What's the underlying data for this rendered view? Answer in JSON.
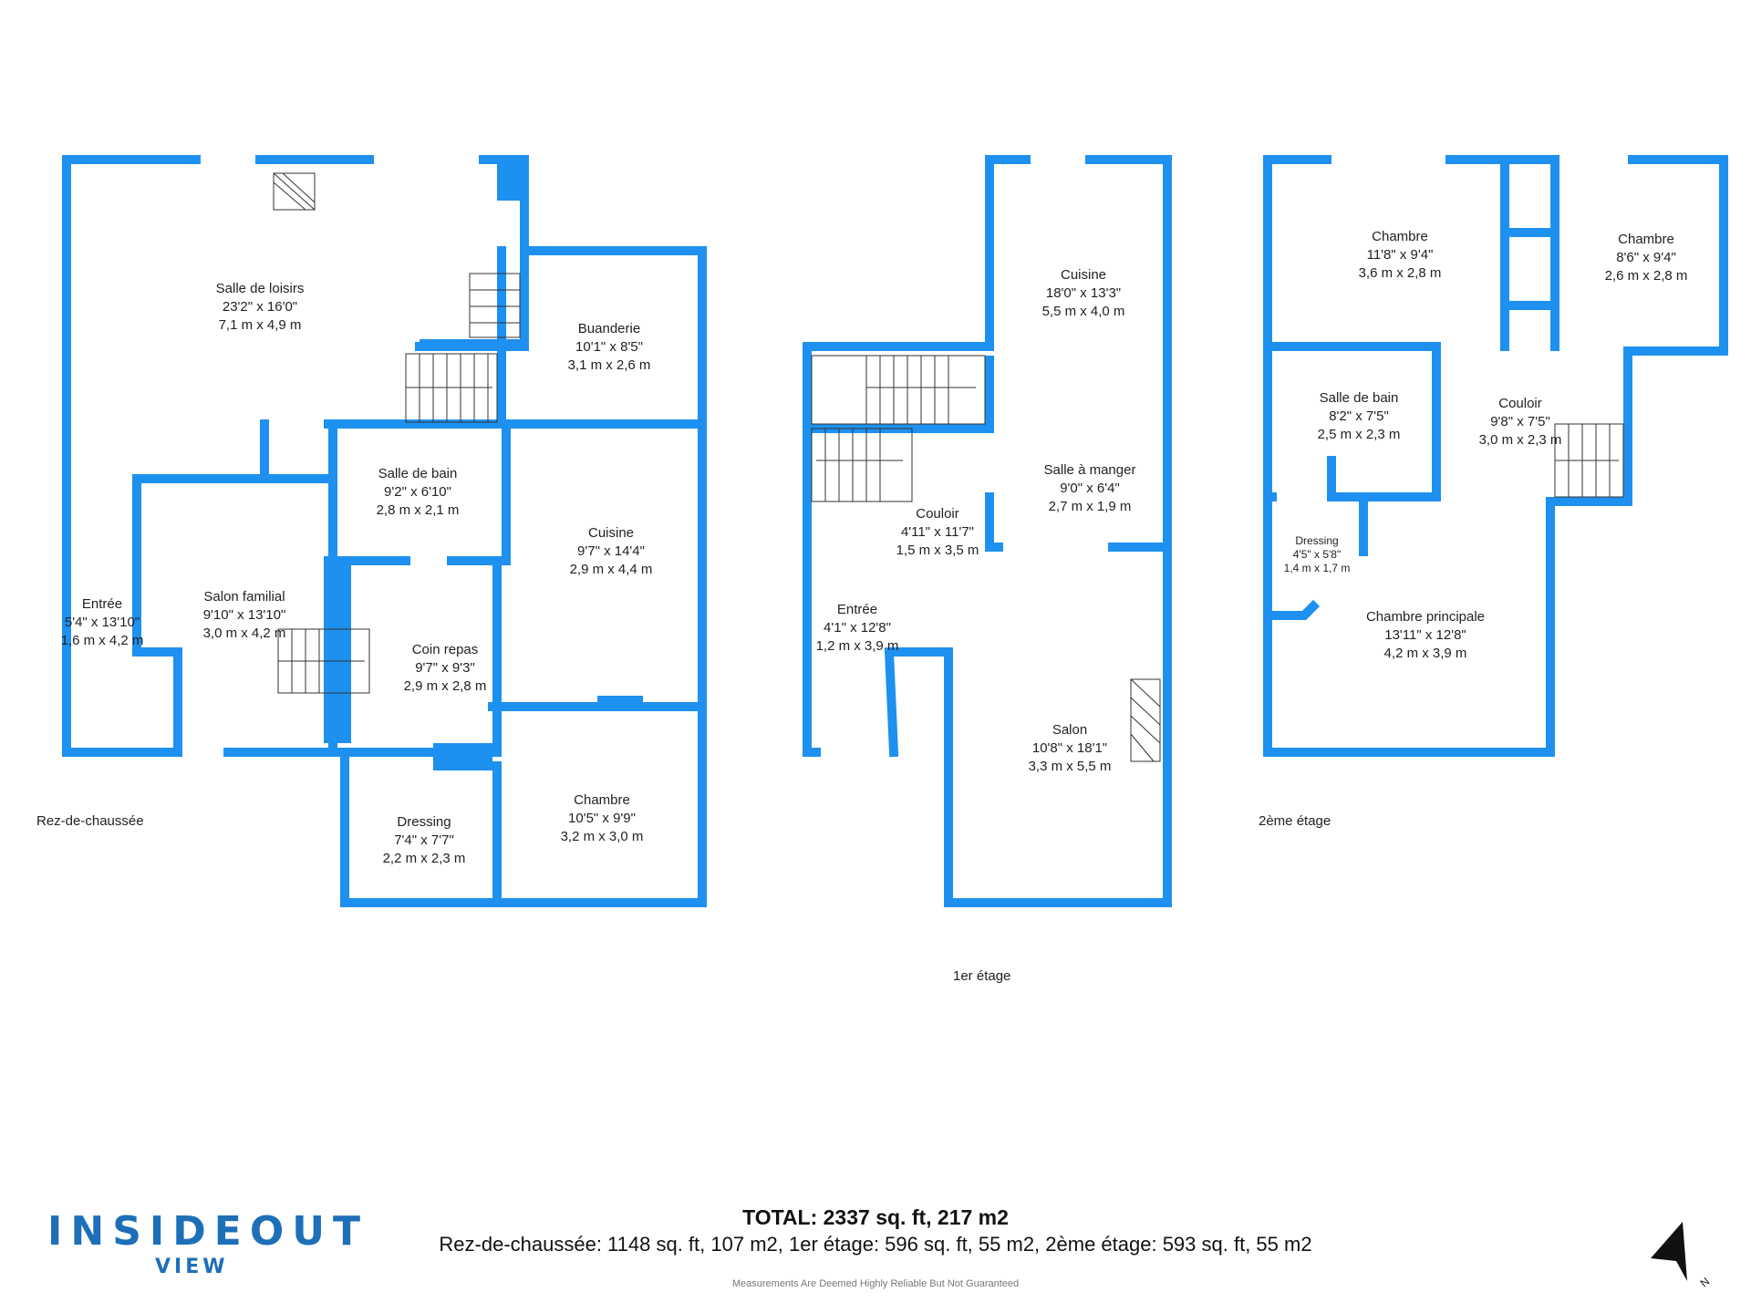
{
  "floors": {
    "ground": {
      "label": "Rez-de-chaussée",
      "rooms": [
        {
          "name": "Salle de loisirs",
          "imperial": "23'2\" x 16'0\"",
          "metric": "7,1 m x 4,9 m"
        },
        {
          "name": "Buanderie",
          "imperial": "10'1\" x 8'5\"",
          "metric": "3,1 m x 2,6 m"
        },
        {
          "name": "Salle de bain",
          "imperial": "9'2\" x 6'10\"",
          "metric": "2,8 m x 2,1 m"
        },
        {
          "name": "Cuisine",
          "imperial": "9'7\" x 14'4\"",
          "metric": "2,9 m x 4,4 m"
        },
        {
          "name": "Entrée",
          "imperial": "5'4\" x 13'10\"",
          "metric": "1,6 m x 4,2 m"
        },
        {
          "name": "Salon familial",
          "imperial": "9'10\" x 13'10\"",
          "metric": "3,0 m x 4,2 m"
        },
        {
          "name": "Coin repas",
          "imperial": "9'7\" x 9'3\"",
          "metric": "2,9 m x 2,8 m"
        },
        {
          "name": "Dressing",
          "imperial": "7'4\" x 7'7\"",
          "metric": "2,2 m x 2,3 m"
        },
        {
          "name": "Chambre",
          "imperial": "10'5\" x 9'9\"",
          "metric": "3,2 m x 3,0 m"
        }
      ]
    },
    "first": {
      "label": "1er étage",
      "rooms": [
        {
          "name": "Cuisine",
          "imperial": "18'0\" x 13'3\"",
          "metric": "5,5 m x 4,0 m"
        },
        {
          "name": "Salle à manger",
          "imperial": "9'0\" x 6'4\"",
          "metric": "2,7 m x 1,9 m"
        },
        {
          "name": "Couloir",
          "imperial": "4'11\" x 11'7\"",
          "metric": "1,5 m x 3,5 m"
        },
        {
          "name": "Entrée",
          "imperial": "4'1\" x 12'8\"",
          "metric": "1,2 m x 3,9 m"
        },
        {
          "name": "Salon",
          "imperial": "10'8\" x 18'1\"",
          "metric": "3,3 m x 5,5 m"
        }
      ]
    },
    "second": {
      "label": "2ème étage",
      "rooms": [
        {
          "name": "Chambre",
          "imperial": "11'8\" x 9'4\"",
          "metric": "3,6 m x 2,8 m"
        },
        {
          "name": "Chambre",
          "imperial": "8'6\" x 9'4\"",
          "metric": "2,6 m x 2,8 m"
        },
        {
          "name": "Salle de bain",
          "imperial": "8'2\" x 7'5\"",
          "metric": "2,5 m x 2,3 m"
        },
        {
          "name": "Couloir",
          "imperial": "9'8\" x 7'5\"",
          "metric": "3,0 m x 2,3 m"
        },
        {
          "name": "Dressing",
          "imperial": "4'5\" x 5'8\"",
          "metric": "1,4 m x 1,7 m"
        },
        {
          "name": "Chambre principale",
          "imperial": "13'11\" x 12'8\"",
          "metric": "4,2 m x 3,9 m"
        }
      ]
    }
  },
  "summary": {
    "total": "TOTAL: 2337 sq. ft, 217 m2",
    "breakdown": "Rez-de-chaussée: 1148 sq. ft, 107 m2, 1er étage: 596 sq. ft, 55 m2, 2ème étage: 593 sq. ft, 55 m2",
    "disclaimer": "Measurements Are Deemed Highly Reliable But Not Guaranteed"
  },
  "brand": {
    "word1": "INSIDEOUT",
    "word2": "VIEW",
    "color": "#1d6fb8"
  },
  "compass": {
    "label": "N"
  },
  "colors": {
    "wall": "#1e90f0",
    "text": "#222222"
  }
}
